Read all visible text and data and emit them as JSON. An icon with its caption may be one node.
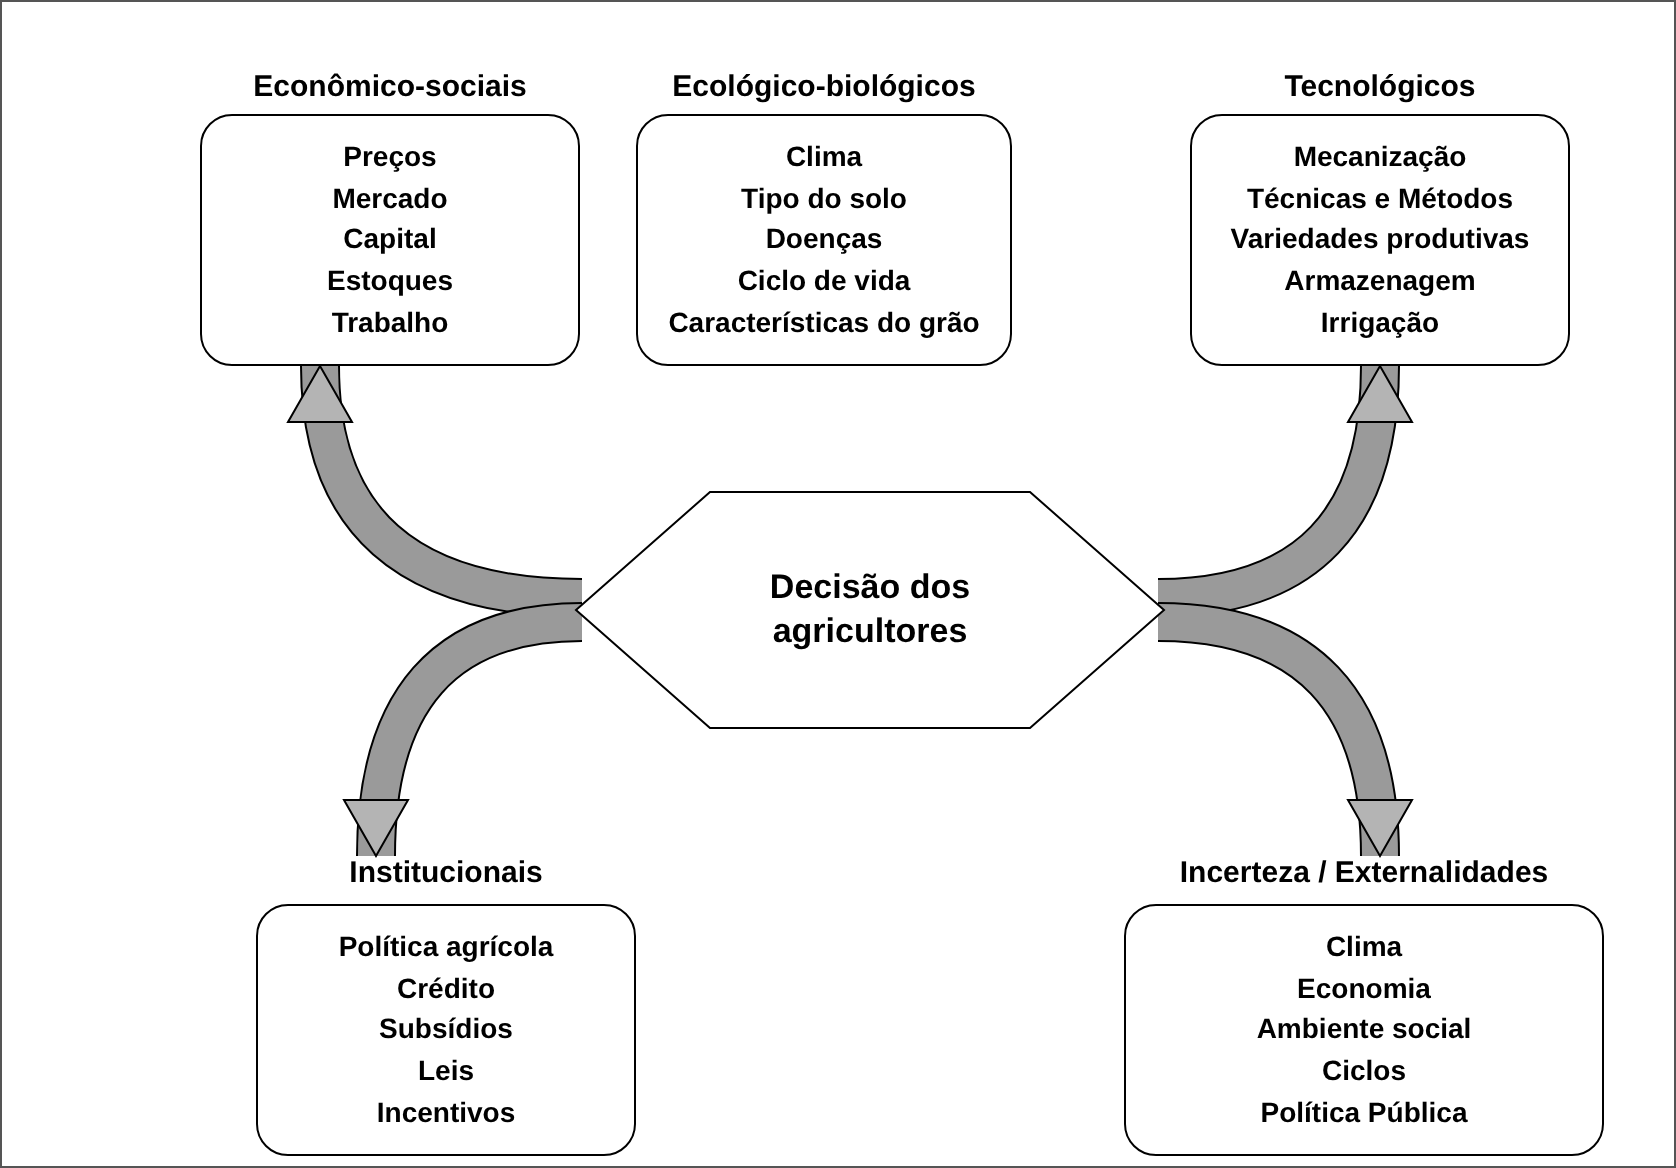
{
  "diagram": {
    "nodes": [
      {
        "text": [
          "Econômico-sociais",
          "Preços",
          "Mercado",
          "Capital",
          "Estoques",
          "Trabalho"
        ]
      },
      {
        "text": [
          "Ecológico-biológicos",
          "Clima",
          "Tipo do solo",
          "Doenças",
          "Ciclo de vida",
          "Características do grão"
        ]
      },
      {
        "text": [
          "Tecnológicos",
          "Mecanização",
          "Técnicas e Métodos",
          "Variedades produtivas",
          "Armazenagem",
          "Irrigação"
        ]
      },
      {
        "text": [
          "Decisão dos agricultores"
        ]
      },
      {
        "text": [
          "Institucionais",
          "Política agrícola",
          "Crédito",
          "Subsídios",
          "Leis",
          "Incentivos"
        ]
      },
      {
        "text": [
          "Incerteza / Externalidades",
          "Clima",
          "Economia",
          "Ambiente social",
          "Ciclos",
          "Política Pública"
        ]
      }
    ],
    "edges": [
      {
        "from": 3,
        "to": 0,
        "arrow": "to"
      },
      {
        "from": 3,
        "to": 2,
        "arrow": "to"
      },
      {
        "from": 3,
        "to": 4,
        "arrow": "to"
      },
      {
        "from": 3,
        "to": 5,
        "arrow": "to"
      }
    ]
  }
}
